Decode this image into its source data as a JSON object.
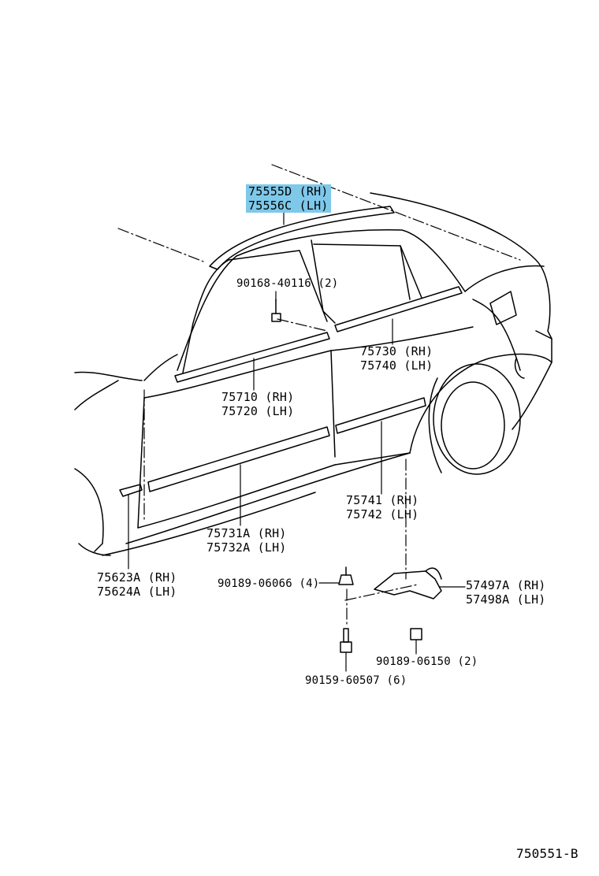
{
  "diagram": {
    "colors": {
      "highlight": "#7ec8ea",
      "line": "#000000"
    },
    "callouts": {
      "roof_molding": {
        "rh": "75555D (RH)",
        "lh": "75556C (LH)"
      },
      "clip_top": "90168-40116 (2)",
      "rear_belt": {
        "rh": "75730 (RH)",
        "lh": "75740 (LH)"
      },
      "front_belt": {
        "rh": "75710 (RH)",
        "lh": "75720 (LH)"
      },
      "rear_side": {
        "rh": "75741 (RH)",
        "lh": "75742 (LH)"
      },
      "front_side": {
        "rh": "75731A (RH)",
        "lh": "75732A (LH)"
      },
      "fender": {
        "rh": "75623A (RH)",
        "lh": "75624A (LH)"
      },
      "nut": "90189-06066 (4)",
      "bracket": {
        "rh": "57497A (RH)",
        "lh": "57498A (LH)"
      },
      "clip_bottom": "90189-06150 (2)",
      "bolt": "90159-60507 (6)"
    },
    "figure_id": "750551-B"
  }
}
